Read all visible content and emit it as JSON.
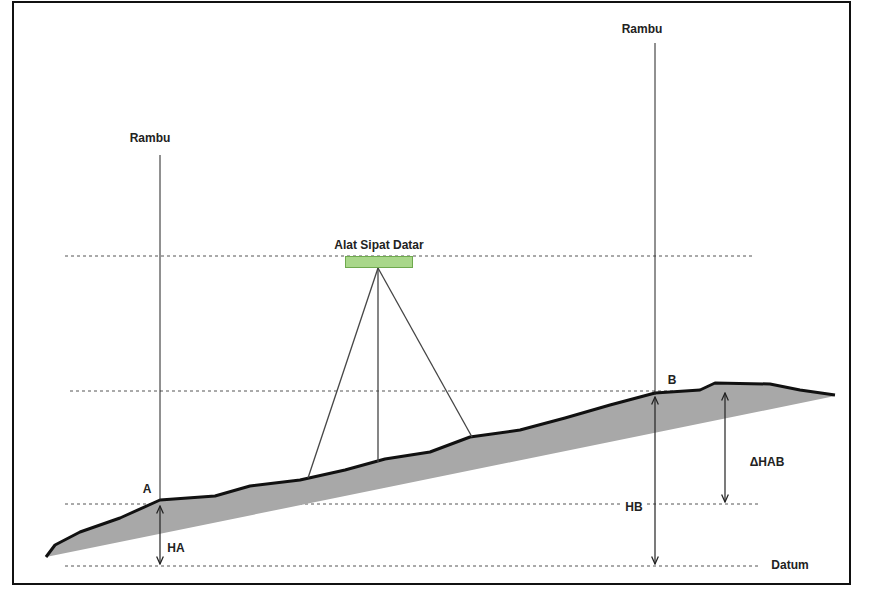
{
  "diagram": {
    "nodes": [
      {
        "text": [
          "Alat Sipat Datar"
        ]
      }
    ],
    "labels": [
      "Rambu",
      "Rambu",
      "A",
      "B",
      "HA",
      "HB",
      "ΔHAB",
      "Datum"
    ]
  }
}
